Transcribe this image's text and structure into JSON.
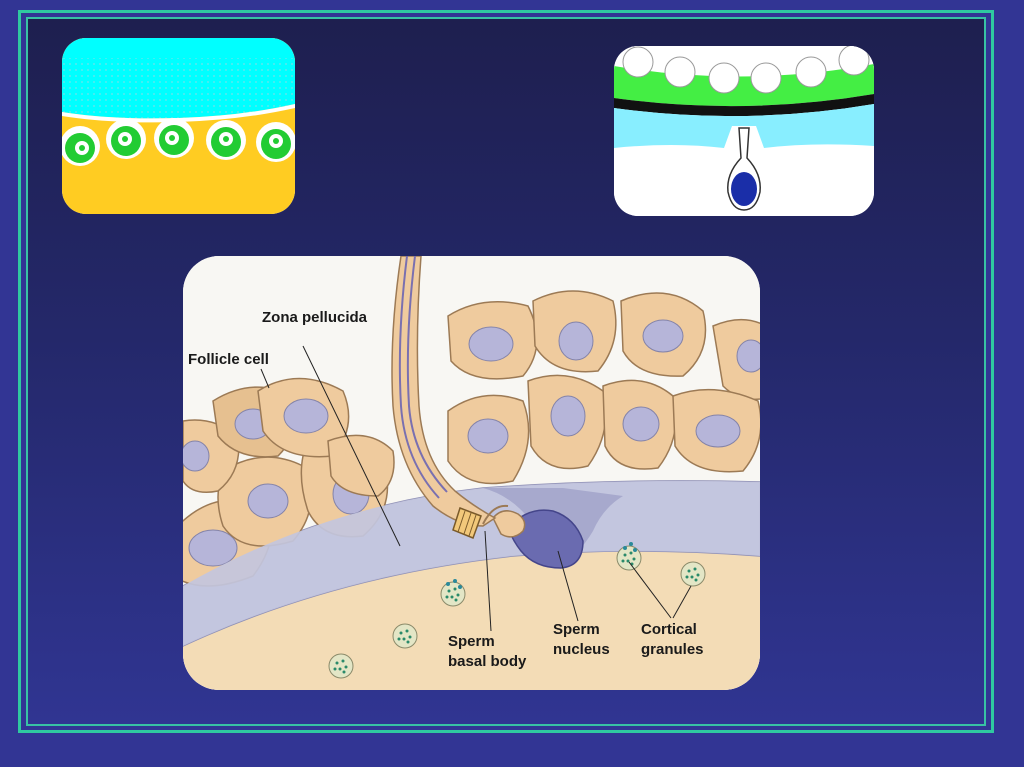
{
  "labels": {
    "zona_pellucida": "Zona pellucida",
    "follicle_cell": "Follicle cell",
    "sperm_basal_body_line1": "Sperm",
    "sperm_basal_body_line2": "basal body",
    "sperm_nucleus_line1": "Sperm",
    "sperm_nucleus_line2": "nucleus",
    "cortical_granules_line1": "Cortical",
    "cortical_granules_line2": "granules"
  },
  "colors": {
    "background": "#323594",
    "frame": "#2fc9a0",
    "cyan": "#00ffff",
    "yolk": "#ffcc22",
    "granule_green": "#22cc33",
    "green_band": "#44ee44",
    "light_cyan": "#88eeff",
    "sperm_nucleus": "#1a2ea8",
    "follicle_cell": "#efcb9e",
    "cell_nucleus": "#b6b5d9",
    "zona": "#c3c5de",
    "egg_cytoplasm": "#f3dcb6"
  }
}
